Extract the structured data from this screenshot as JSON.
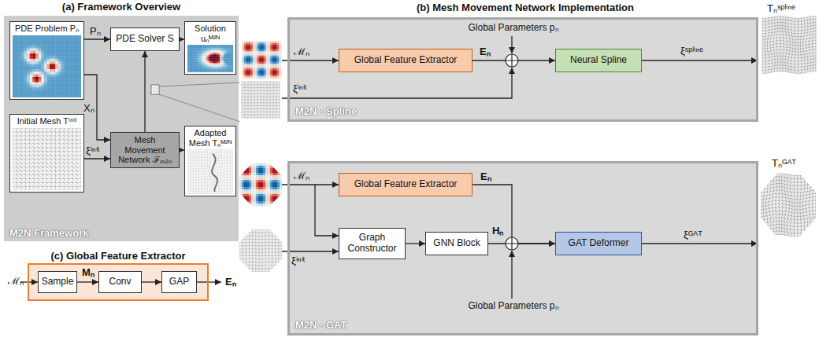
{
  "diagram": {
    "nodes": [
      {
        "text": [
          "(a) Framework Overview",
          "M2N Framework"
        ]
      },
      {
        "text": [
          "PDE Problem Pₙ"
        ],
        "in": 0
      },
      {
        "text": [
          "Initial Mesh Tⁱⁿⁱᵗ"
        ],
        "in": 0
      },
      {
        "text": [
          "PDE Solver S"
        ],
        "in": 0
      },
      {
        "text": [
          "Mesh Movement Network ℱₘ₂ₙ"
        ],
        "in": 0
      },
      {
        "text": [
          "Solution uₙᴹ²ᴺ"
        ],
        "in": 0
      },
      {
        "text": [
          "Adapted Mesh Tₙᴹ²ᴺ"
        ],
        "in": 0
      },
      {
        "text": [
          "(c) Global Feature Extractor"
        ]
      },
      {
        "text": [
          "Sample"
        ],
        "in": 7
      },
      {
        "text": [
          "Conv"
        ],
        "in": 7
      },
      {
        "text": [
          "GAP"
        ],
        "in": 7
      },
      {
        "text": [
          "M2N - Spline"
        ]
      },
      {
        "text": [
          "Global Feature Extractor"
        ],
        "in": 11
      },
      {
        "text": [
          "Neural Spline"
        ],
        "in": 11
      },
      {
        "text": [
          "M2N - GAT"
        ]
      },
      {
        "text": [
          "Global Feature Extractor"
        ],
        "in": 14
      },
      {
        "text": [
          "Graph Constructor"
        ],
        "in": 14
      },
      {
        "text": [
          "GNN Block"
        ],
        "in": 14
      },
      {
        "text": [
          "GAT Deformer"
        ],
        "in": 14
      }
    ],
    "edges": [
      {
        "from": 1,
        "to": 3,
        "arrow": "to",
        "label": "Pₙ"
      },
      {
        "from": 1,
        "to": 4,
        "arrow": "to",
        "label": "Xₙ"
      },
      {
        "from": 2,
        "to": 4,
        "arrow": "to",
        "label": "ξⁱⁿⁱᵗ"
      },
      {
        "from": 4,
        "to": 3,
        "arrow": "to"
      },
      {
        "from": 3,
        "to": 5,
        "arrow": "to"
      },
      {
        "from": 4,
        "to": 6,
        "arrow": "to"
      },
      {
        "from": 8,
        "to": 9,
        "arrow": "to",
        "label": "Mₙ"
      },
      {
        "from": 9,
        "to": 10,
        "arrow": "to"
      },
      {
        "from": 12,
        "to": 13,
        "arrow": "to",
        "label": "Eₙ"
      },
      {
        "from": 15,
        "to": 18,
        "arrow": "to",
        "label": "Eₙ"
      },
      {
        "from": 16,
        "to": 17,
        "arrow": "to"
      },
      {
        "from": 17,
        "to": 18,
        "arrow": "to",
        "label": "Hₙ"
      }
    ],
    "labels": [
      "(b) Mesh Movement Network Implementation",
      "ℳₙ",
      "Eₙ",
      "Global Parameters pₙ",
      "ℳₙ",
      "ξⁱⁿⁱᵗ",
      "ξˢᵖˡⁱⁿᵉ",
      "Tₙˢᵖˡⁱⁿᵉ",
      "Global Parameters pₙ",
      "ℳₙ",
      "ξⁱⁿⁱᵗ",
      "ξᴳᴬᵀ",
      "Tₙᴳᴬᵀ"
    ]
  }
}
